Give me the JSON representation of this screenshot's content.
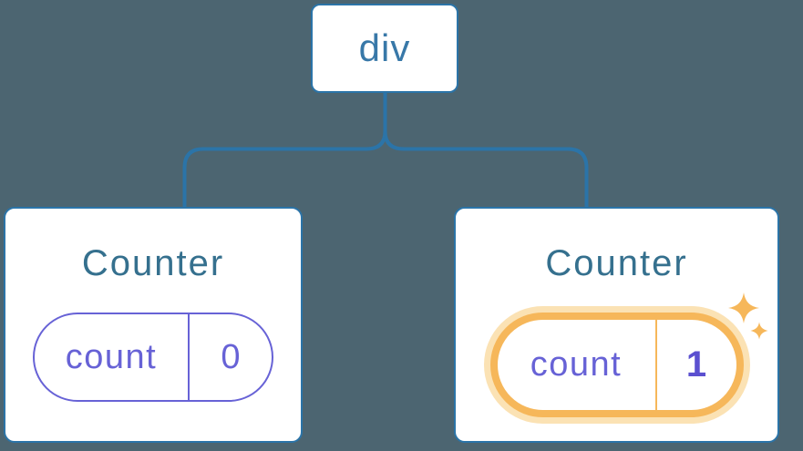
{
  "diagram": {
    "root": {
      "label": "div"
    },
    "children": [
      {
        "title": "Counter",
        "state_label": "count",
        "state_value": "0",
        "highlighted": false
      },
      {
        "title": "Counter",
        "state_label": "count",
        "state_value": "1",
        "highlighted": true
      }
    ]
  },
  "colors": {
    "background": "#4C6571",
    "connector_blue": "#2B74A8",
    "root_text_blue": "#3878A8",
    "title_teal_blue": "#35708E",
    "state_purple": "#6762D6",
    "value_bold_indigo": "#5B50D0",
    "highlight_orange": "#F6B75A",
    "highlight_glow": "#FBE2B4",
    "card_background": "#FFFFFF"
  },
  "icons": {
    "sparkles": "sparkle-stars"
  }
}
